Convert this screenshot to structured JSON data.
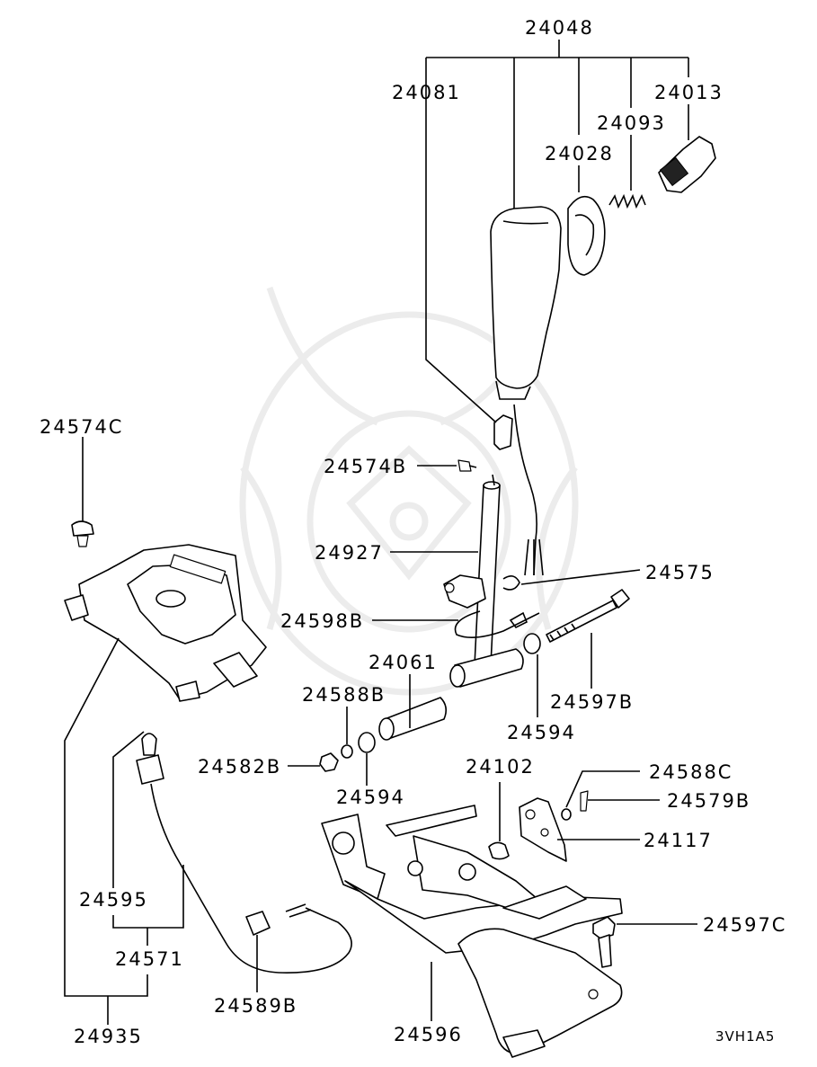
{
  "labels": {
    "p24048": "24048",
    "p24081": "24081",
    "p24013": "24013",
    "p24093": "24093",
    "p24028": "24028",
    "p24574C": "24574C",
    "p24574B": "24574B",
    "p24927": "24927",
    "p24575": "24575",
    "p24598B": "24598B",
    "p24061": "24061",
    "p24588B": "24588B",
    "p24597B": "24597B",
    "p24594a": "24594",
    "p24582B": "24582B",
    "p24594b": "24594",
    "p24102": "24102",
    "p24588C": "24588C",
    "p24579B": "24579B",
    "p24117": "24117",
    "p24595": "24595",
    "p24597C": "24597C",
    "p24571": "24571",
    "p24589B": "24589B",
    "p24935": "24935",
    "p24596": "24596"
  },
  "diagram_code": "3VH1A5"
}
